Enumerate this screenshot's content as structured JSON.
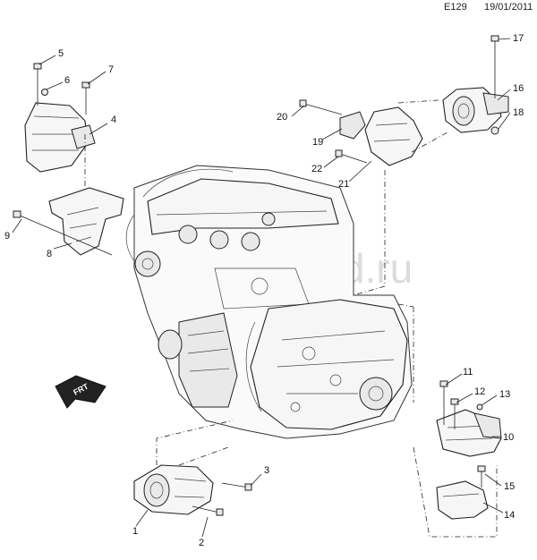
{
  "header": {
    "code": "E129",
    "date": "19/01/2011"
  },
  "watermark": "...ad.ru",
  "direction_label": "FRT",
  "callouts": [
    "1",
    "2",
    "3",
    "4",
    "5",
    "6",
    "7",
    "8",
    "9",
    "10",
    "11",
    "12",
    "13",
    "14",
    "15",
    "16",
    "17",
    "18",
    "19",
    "20",
    "21",
    "22"
  ]
}
